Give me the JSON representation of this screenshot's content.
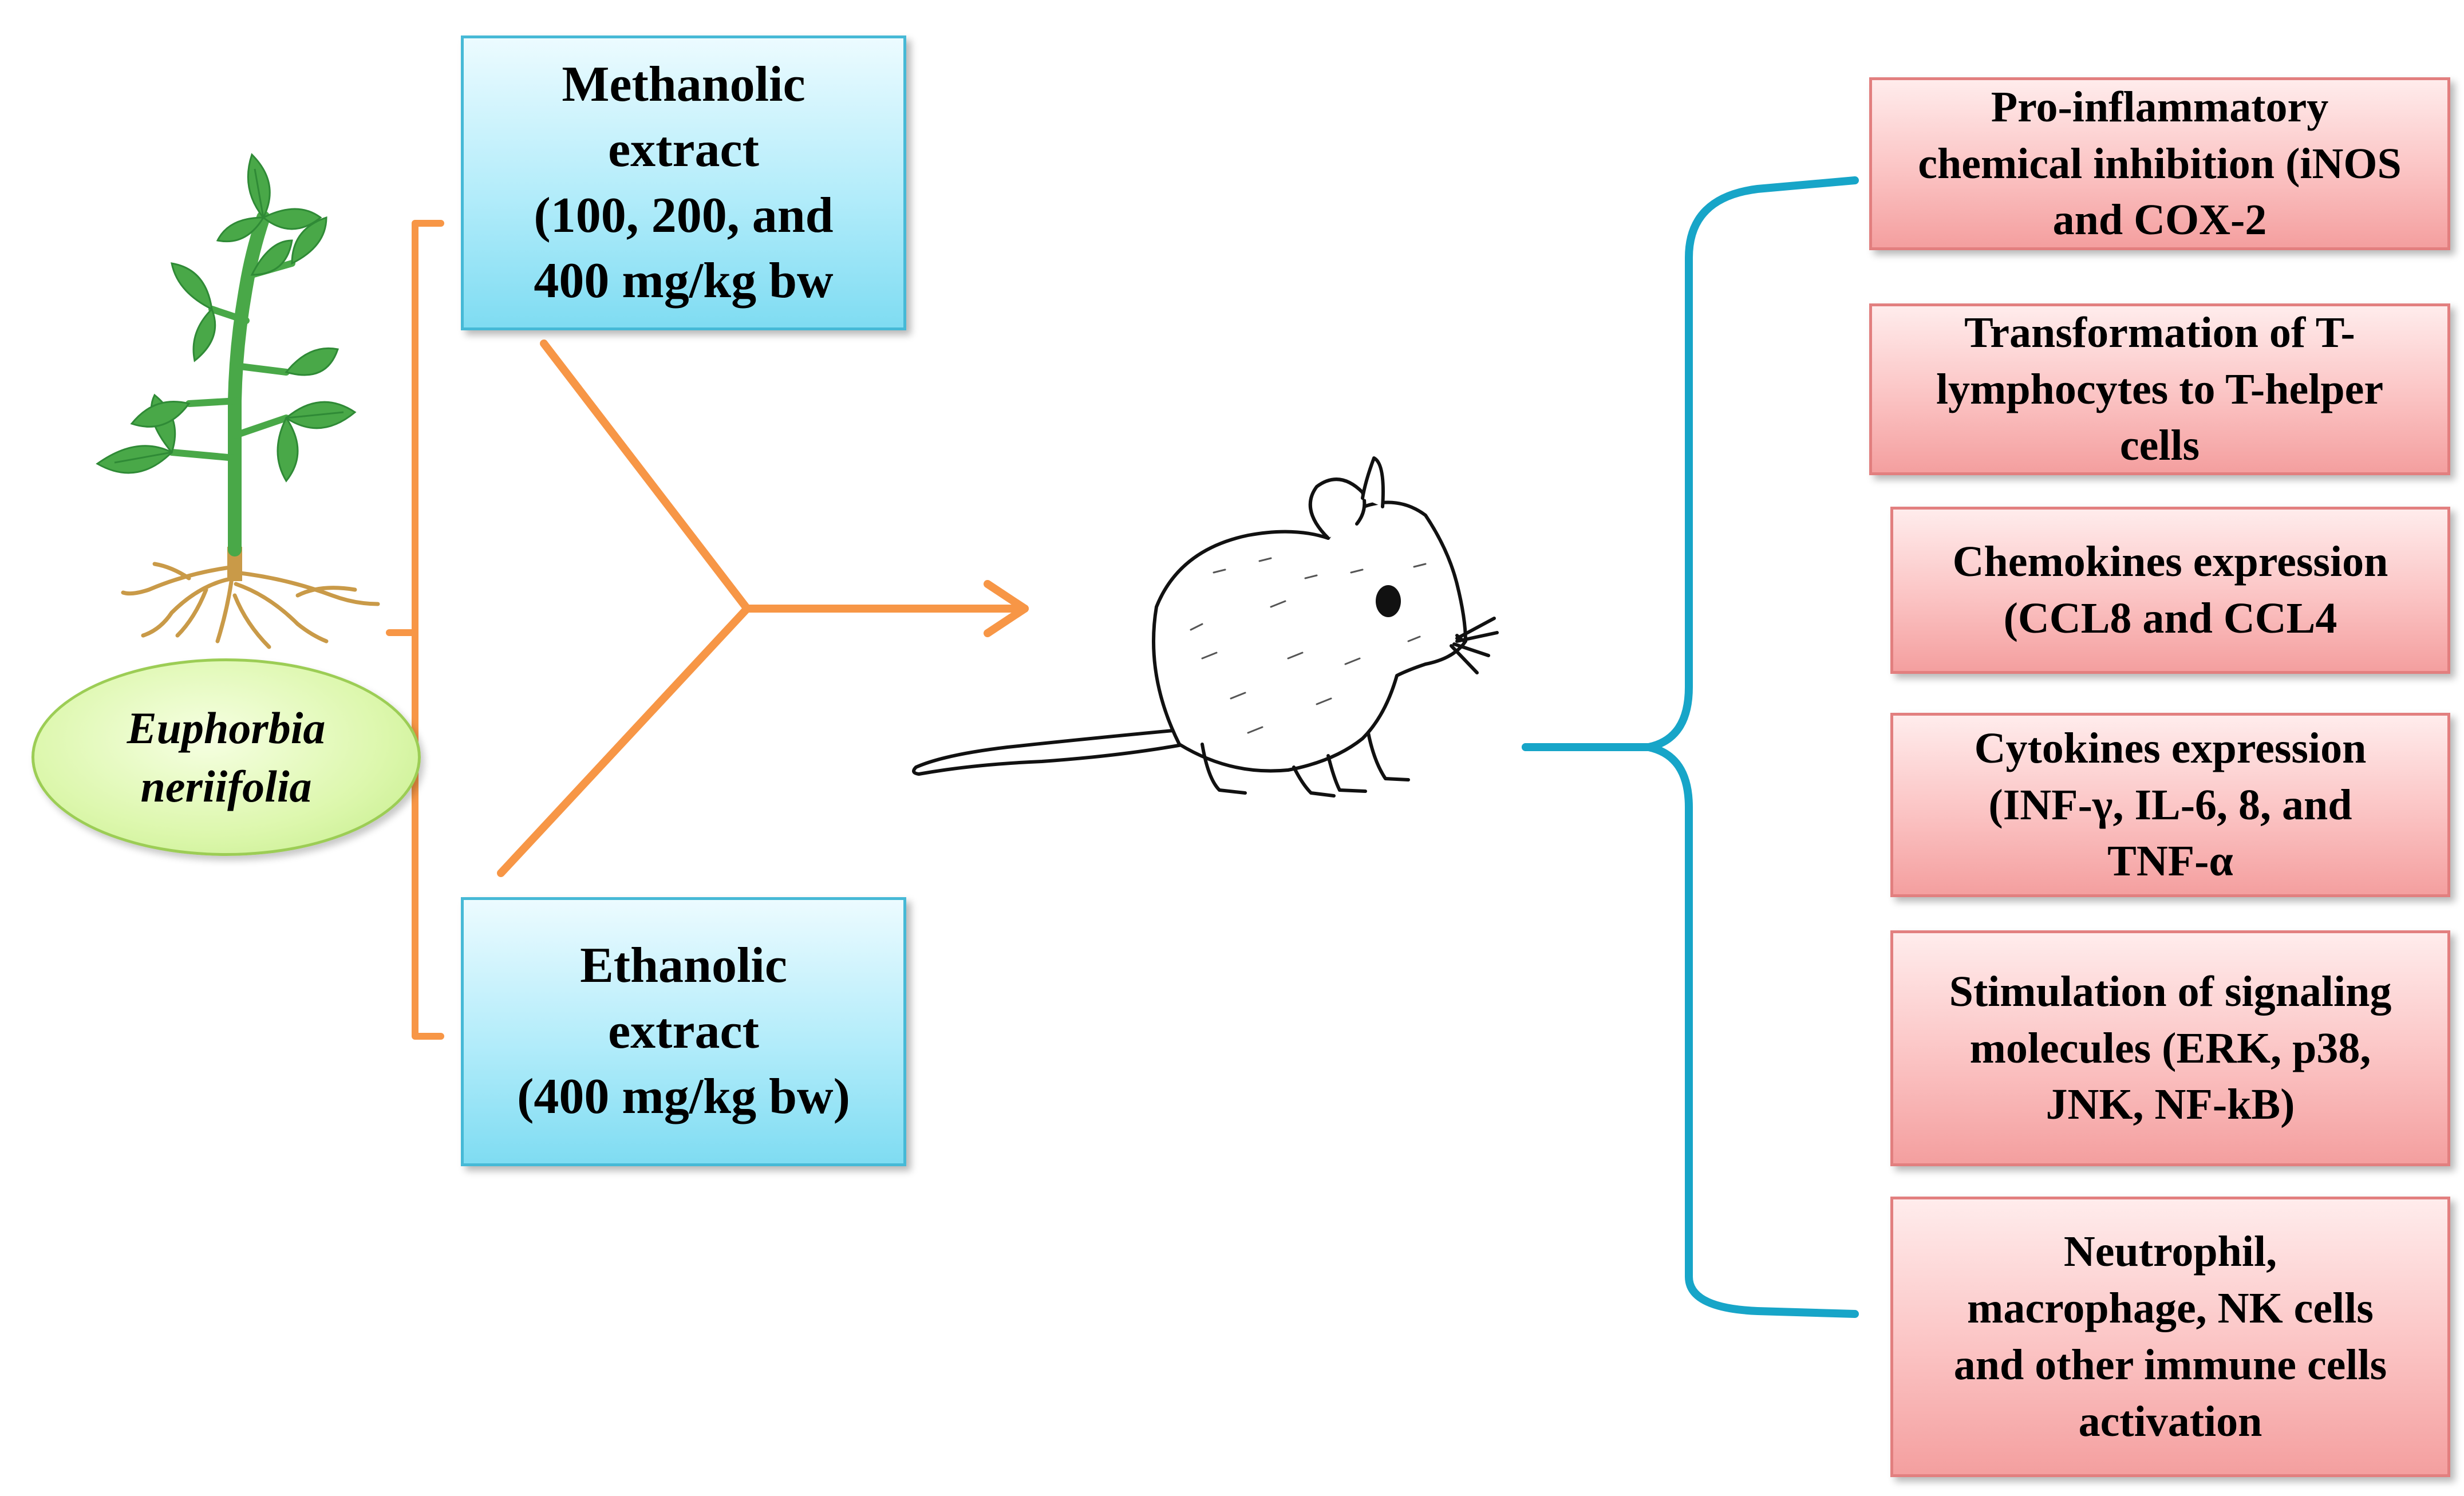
{
  "plant": {
    "name": "Euphorbia\nneriifolia",
    "icon": "plant-icon"
  },
  "extracts": {
    "methanolic": "Methanolic\nextract\n(100, 200, and\n400 mg/kg bw",
    "ethanolic": "Ethanolic\nextract\n(400 mg/kg bw)"
  },
  "animal": {
    "icon": "mouse-icon"
  },
  "effects": [
    "Pro-inflammatory\nchemical inhibition (iNOS\nand COX-2",
    "Transformation of T-\nlymphocytes to T-helper\ncells",
    "Chemokines expression\n(CCL8 and CCL4",
    "Cytokines expression\n(INF-γ, IL-6, 8, and\nTNF-α",
    "Stimulation of signaling\nmolecules (ERK, p38,\nJNK, NF-kB)",
    "Neutrophil,\nmacrophage, NK cells\nand other immune cells\nactivation"
  ],
  "colors": {
    "orange": "#f79646",
    "teal": "#17a5c8",
    "leaf": "#49a848",
    "leafDark": "#2f8a36",
    "root": "#c99a48"
  }
}
